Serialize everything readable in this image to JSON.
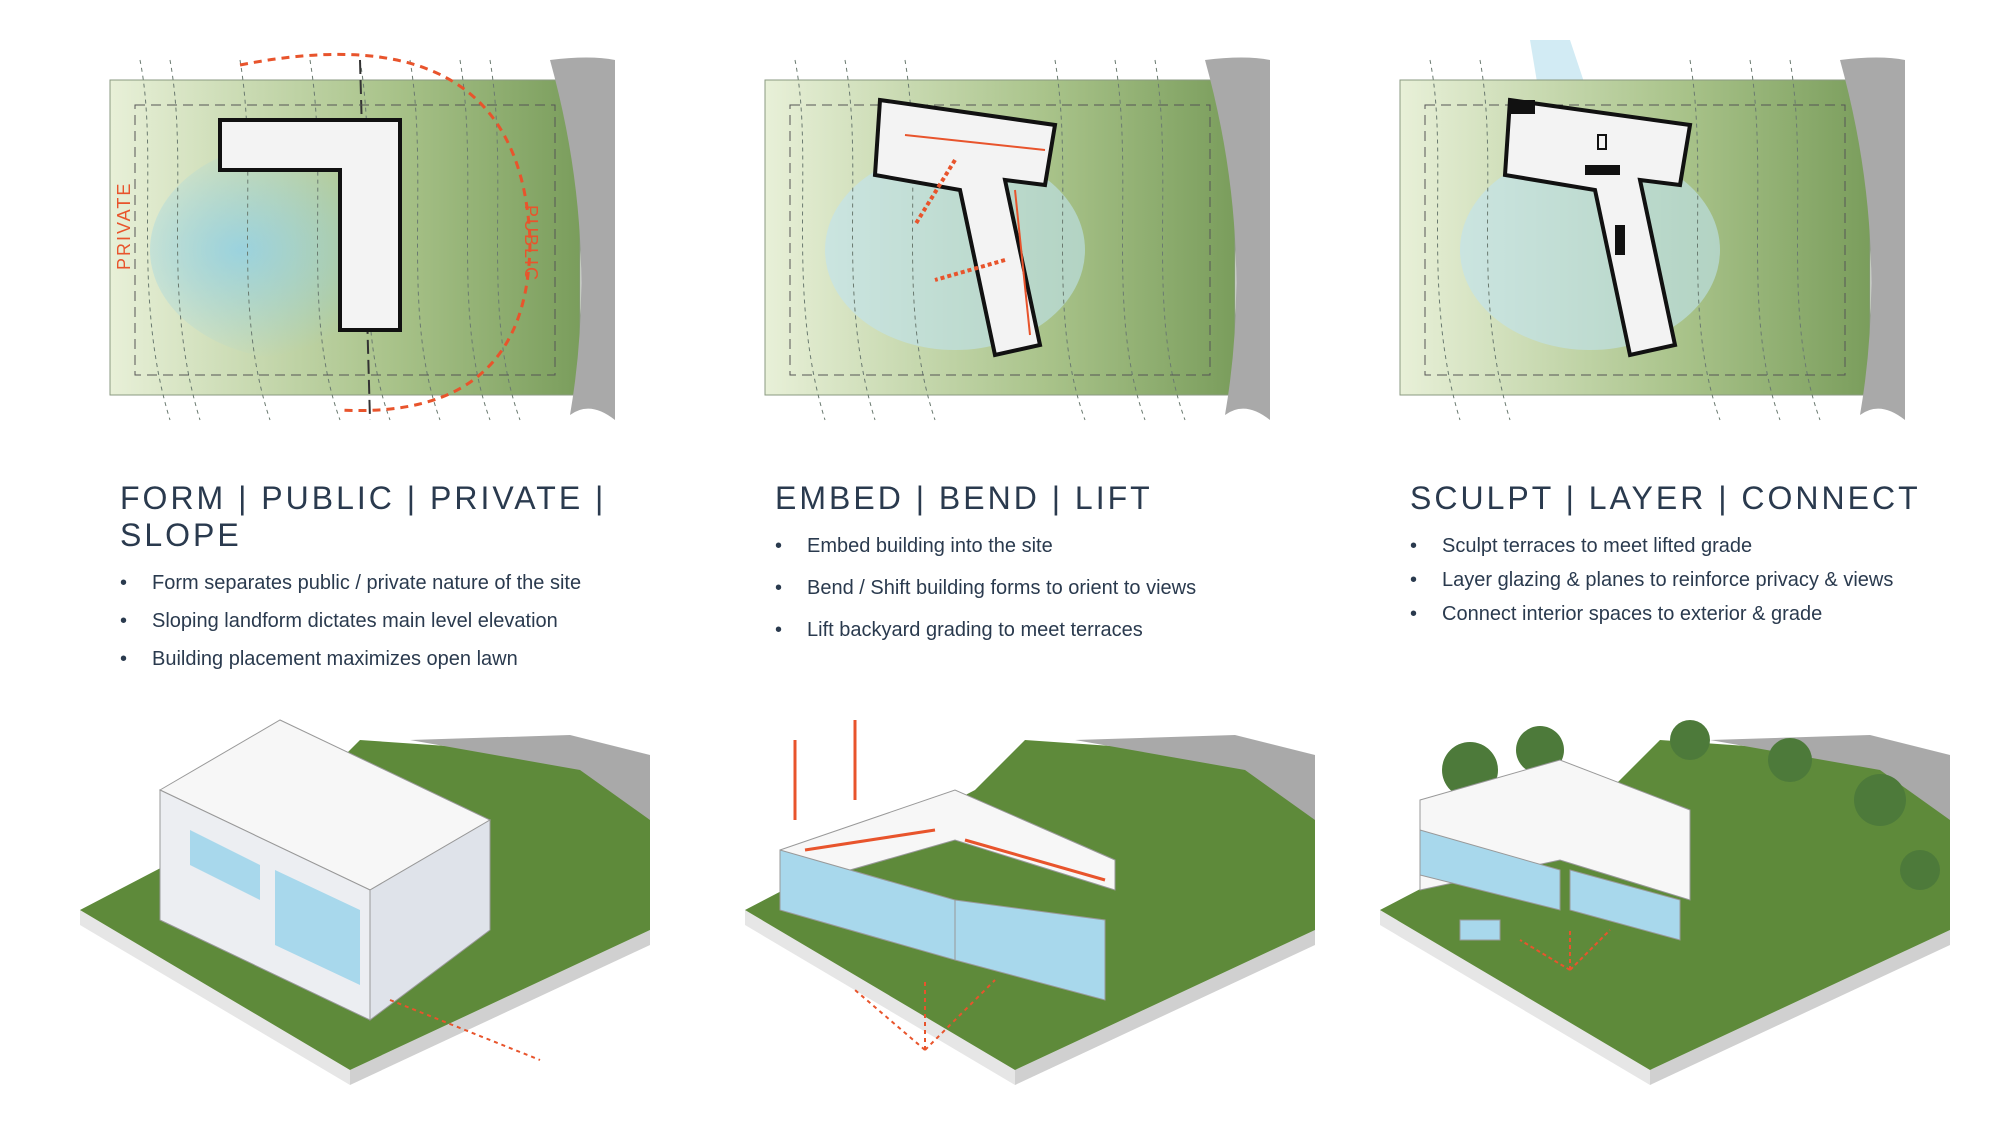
{
  "panels": [
    {
      "title": "FORM | PUBLIC | PRIVATE | SLOPE",
      "bullets": [
        "Form separates public / private nature of the site",
        "Sloping landform dictates main level elevation",
        "Building placement maximizes open lawn"
      ],
      "plan_labels": {
        "left": "PRIVATE",
        "right": "PUBLIC"
      }
    },
    {
      "title": "EMBED | BEND | LIFT",
      "bullets": [
        "Embed building into the site",
        "Bend / Shift building forms to orient to views",
        "Lift backyard grading to meet terraces"
      ]
    },
    {
      "title": "SCULPT | LAYER | CONNECT",
      "bullets": [
        "Sculpt terraces to meet lifted grade",
        "Layer glazing & planes to reinforce privacy & views",
        "Connect interior spaces to exterior & grade"
      ]
    }
  ],
  "colors": {
    "accent": "#e8542c",
    "text": "#2a3a4e",
    "site_green": "#8fae6e",
    "lawn": "#5e8a3a",
    "glass": "#a8d8ec",
    "road": "#a9a9a9"
  }
}
